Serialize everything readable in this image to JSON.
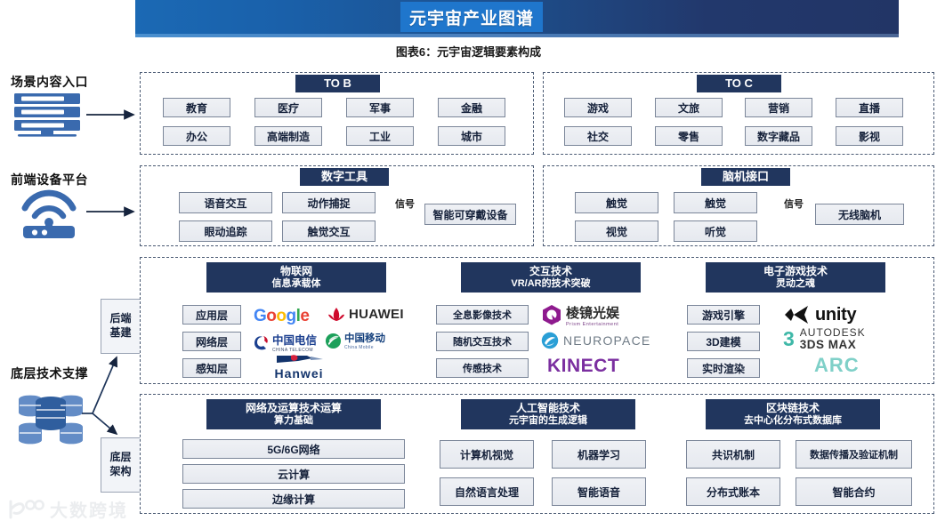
{
  "header": {
    "title": "元宇宙产业图谱",
    "caption": "图表6：元宇宙逻辑要素构成"
  },
  "rail": [
    {
      "label": "场景内容入口",
      "icon": "server-stack-icon"
    },
    {
      "label": "前端设备平台",
      "icon": "wifi-router-icon"
    },
    {
      "label": "底层技术支撑",
      "icon": "database-cluster-icon"
    }
  ],
  "rail_nodes": [
    {
      "label_line1": "后端",
      "label_line2": "基建"
    },
    {
      "label_line1": "底层",
      "label_line2": "架构"
    }
  ],
  "signal_label": "信号",
  "row1": {
    "left": {
      "chip": "TO B",
      "items": [
        "教育",
        "医疗",
        "军事",
        "金融",
        "办公",
        "高端制造",
        "工业",
        "城市"
      ]
    },
    "right": {
      "chip": "TO C",
      "items": [
        "游戏",
        "文旅",
        "营销",
        "直播",
        "社交",
        "零售",
        "数字藏品",
        "影视"
      ]
    }
  },
  "row2": {
    "left": {
      "chip": "数字工具",
      "items": [
        "语音交互",
        "动作捕捉",
        "眼动追踪",
        "触觉交互"
      ],
      "target": "智能可穿戴设备"
    },
    "right": {
      "chip": "脑机接口",
      "items": [
        "触觉",
        "触觉",
        "视觉",
        "听觉"
      ],
      "target": "无线脑机"
    }
  },
  "row3": [
    {
      "chip_title": "物联网",
      "chip_sub": "信息承载体",
      "rows": [
        {
          "label": "应用层",
          "logos": [
            "google-logo",
            "huawei-logo"
          ]
        },
        {
          "label": "网络层",
          "logos": [
            "china-telecom-logo",
            "china-mobile-logo"
          ]
        },
        {
          "label": "感知层",
          "logos": [
            "hanwei-logo"
          ]
        }
      ]
    },
    {
      "chip_title": "交互技术",
      "chip_sub": "VR/AR的技术突破",
      "rows": [
        {
          "label": "全息影像技术",
          "logos": [
            "prism-entertainment-logo"
          ]
        },
        {
          "label": "随机交互技术",
          "logos": [
            "neuropace-logo"
          ]
        },
        {
          "label": "传感技术",
          "logos": [
            "kinect-logo"
          ]
        }
      ]
    },
    {
      "chip_title": "电子游戏技术",
      "chip_sub": "灵动之魂",
      "rows": [
        {
          "label": "游戏引擎",
          "logos": [
            "unity-logo"
          ]
        },
        {
          "label": "3D建模",
          "logos": [
            "autodesk-3dsmax-logo"
          ]
        },
        {
          "label": "实时渲染",
          "logos": [
            "arc-logo"
          ]
        }
      ]
    }
  ],
  "logo_text": {
    "google": [
      "G",
      "o",
      "o",
      "g",
      "l",
      "e"
    ],
    "huawei": "HUAWEI",
    "china_telecom": "中国电信",
    "china_telecom_sub": "CHINA TELECOM",
    "china_mobile": "中国移动",
    "china_mobile_sub": "China Mobile",
    "hanwei": "Hanwei",
    "prism": "棱镜光娱",
    "prism_sub": "Prism Entertainment",
    "neuropace": "NEUROPACE",
    "kinect": "KINECT",
    "unity": "unity",
    "autodesk_top": "AUTODESK",
    "autodesk_bottom": "3DS MAX",
    "autodesk_mark": "3",
    "arc": "ARC"
  },
  "row4": [
    {
      "chip_title": "网络及运算技术运算",
      "chip_sub": "算力基础",
      "items": [
        "5G/6G网络",
        "云计算",
        "边缘计算"
      ],
      "layout": "stack"
    },
    {
      "chip_title": "人工智能技术",
      "chip_sub": "元宇宙的生成逻辑",
      "items": [
        "计算机视觉",
        "机器学习",
        "自然语言处理",
        "智能语音"
      ],
      "layout": "grid"
    },
    {
      "chip_title": "区块链技术",
      "chip_sub": "去中心化分布式数据库",
      "items": [
        "共识机制",
        "数据传播及验证机制",
        "分布式账本",
        "智能合约"
      ],
      "layout": "grid"
    }
  ],
  "watermark": {
    "text": "大数跨境",
    "mark": "logo-mark"
  },
  "colors": {
    "header_blue": "#1d4f8c",
    "title_blue": "#1f76cc",
    "chip_navy": "#21365e",
    "box_grey": "#e9ecf1",
    "box_border": "#7b8699",
    "icon_blue": "#3a6aae"
  }
}
